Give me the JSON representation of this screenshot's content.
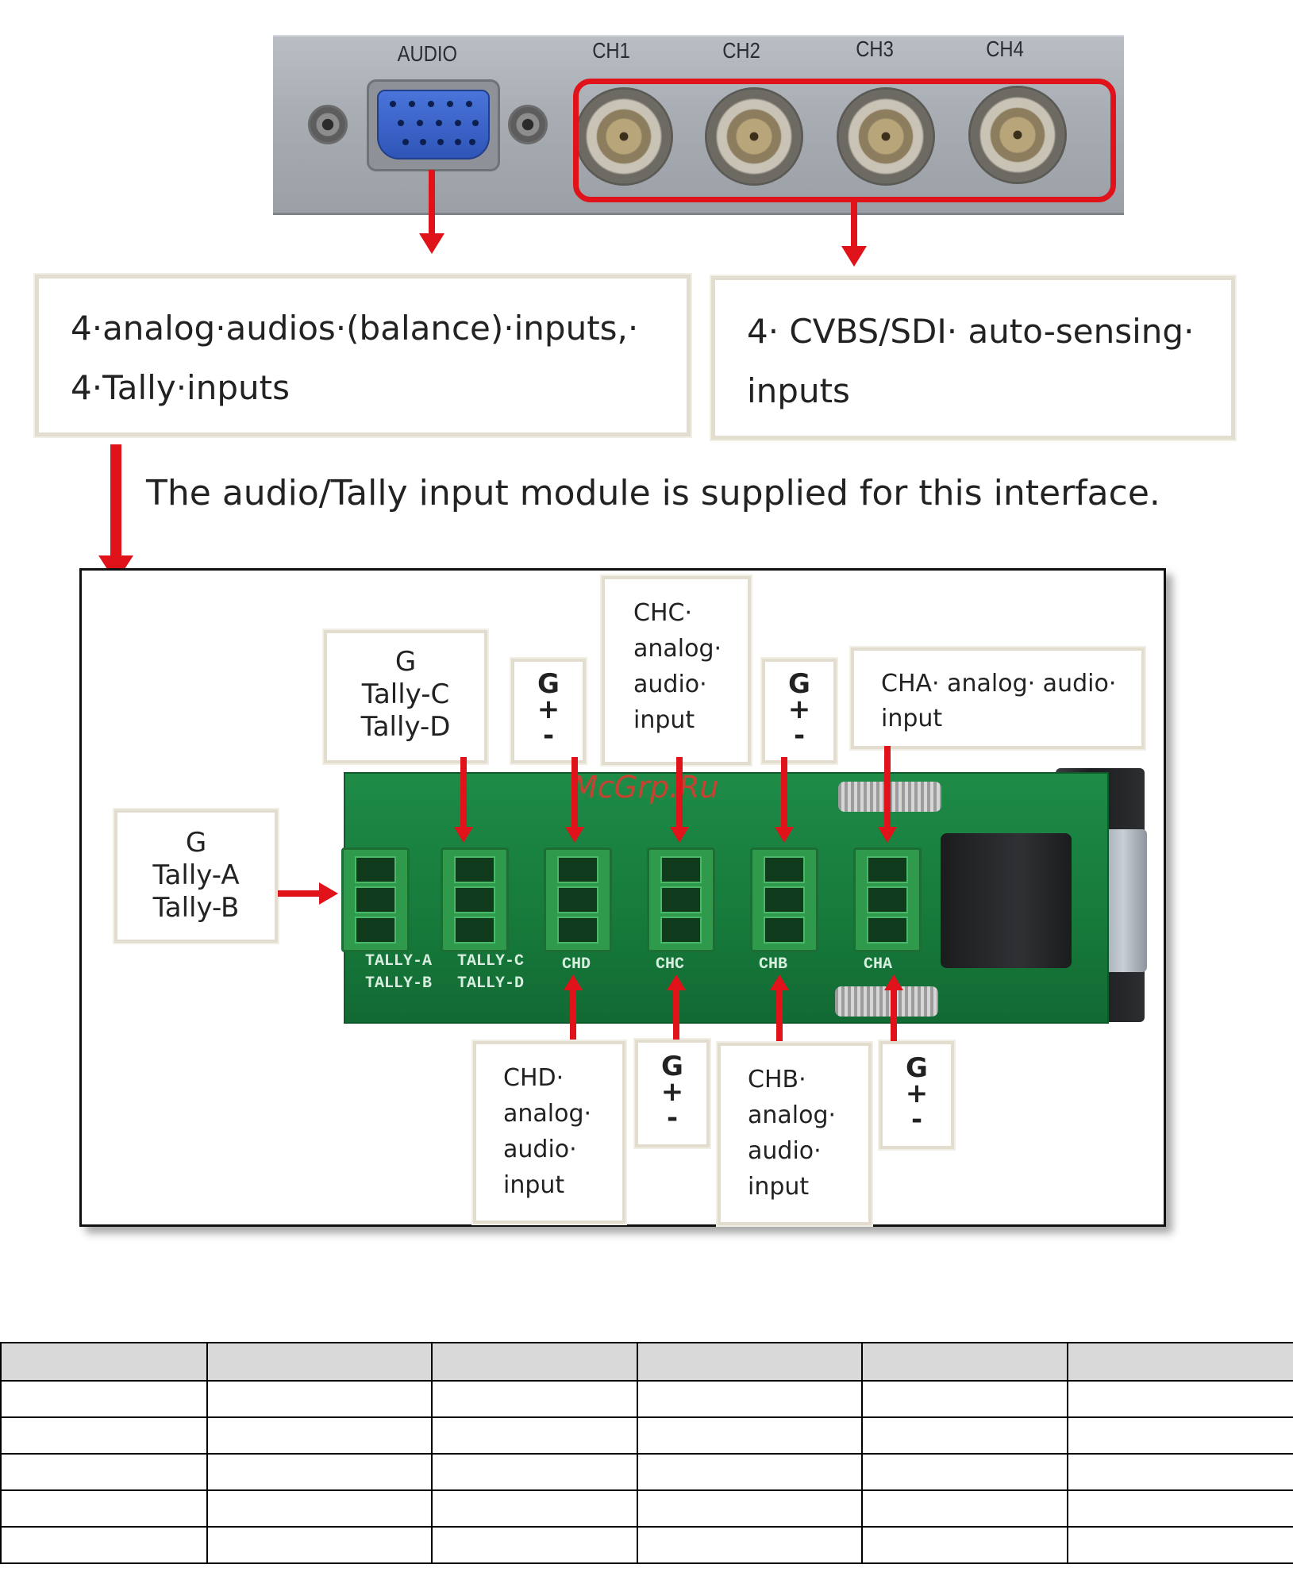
{
  "panel": {
    "audio_label": "AUDIO",
    "channel_labels": [
      "CH1",
      "CH2",
      "CH3",
      "CH4"
    ]
  },
  "callouts": {
    "audio_line1": "4·analog·audios·(balance)·inputs,·",
    "audio_line2": "4·Tally·inputs",
    "video_line1": "4· CVBS/SDI· auto-sensing·",
    "video_line2": "inputs"
  },
  "sentence": "The audio/Tally input module is supplied for this interface.",
  "module": {
    "watermark": "McGrp.Ru",
    "tally_ab": [
      "G",
      "Tally-A",
      "Tally-B"
    ],
    "tally_cd": [
      "G",
      "Tally-C",
      "Tally-D"
    ],
    "pin_top_1": [
      "G",
      "+",
      "-"
    ],
    "chc": [
      "CHC·",
      "analog·",
      "audio·",
      "input"
    ],
    "pin_top_2": [
      "G",
      "+",
      "-"
    ],
    "cha": [
      "CHA· analog· audio·",
      "input"
    ],
    "chd": [
      "CHD·",
      "analog·",
      "audio·",
      "input"
    ],
    "pin_bottom_1": [
      "G",
      "+",
      "-"
    ],
    "chb": [
      "CHB·",
      "analog·",
      "audio·",
      "input"
    ],
    "pin_bottom_2": [
      "G",
      "+",
      "-"
    ],
    "silkscreen": {
      "tally_a": "TALLY-A",
      "tally_b": "TALLY-B",
      "tally_c": "TALLY-C",
      "tally_d": "TALLY-D",
      "chd": "CHD",
      "chc": "CHC",
      "chb": "CHB",
      "cha": "CHA"
    }
  },
  "table": {
    "columns": 6,
    "body_rows": 5
  },
  "colors": {
    "arrow_red": "#e0121a",
    "callout_border": "#e2ddcf",
    "table_header_bg": "#d9d9d9",
    "pcb_green": "#167a3b"
  }
}
